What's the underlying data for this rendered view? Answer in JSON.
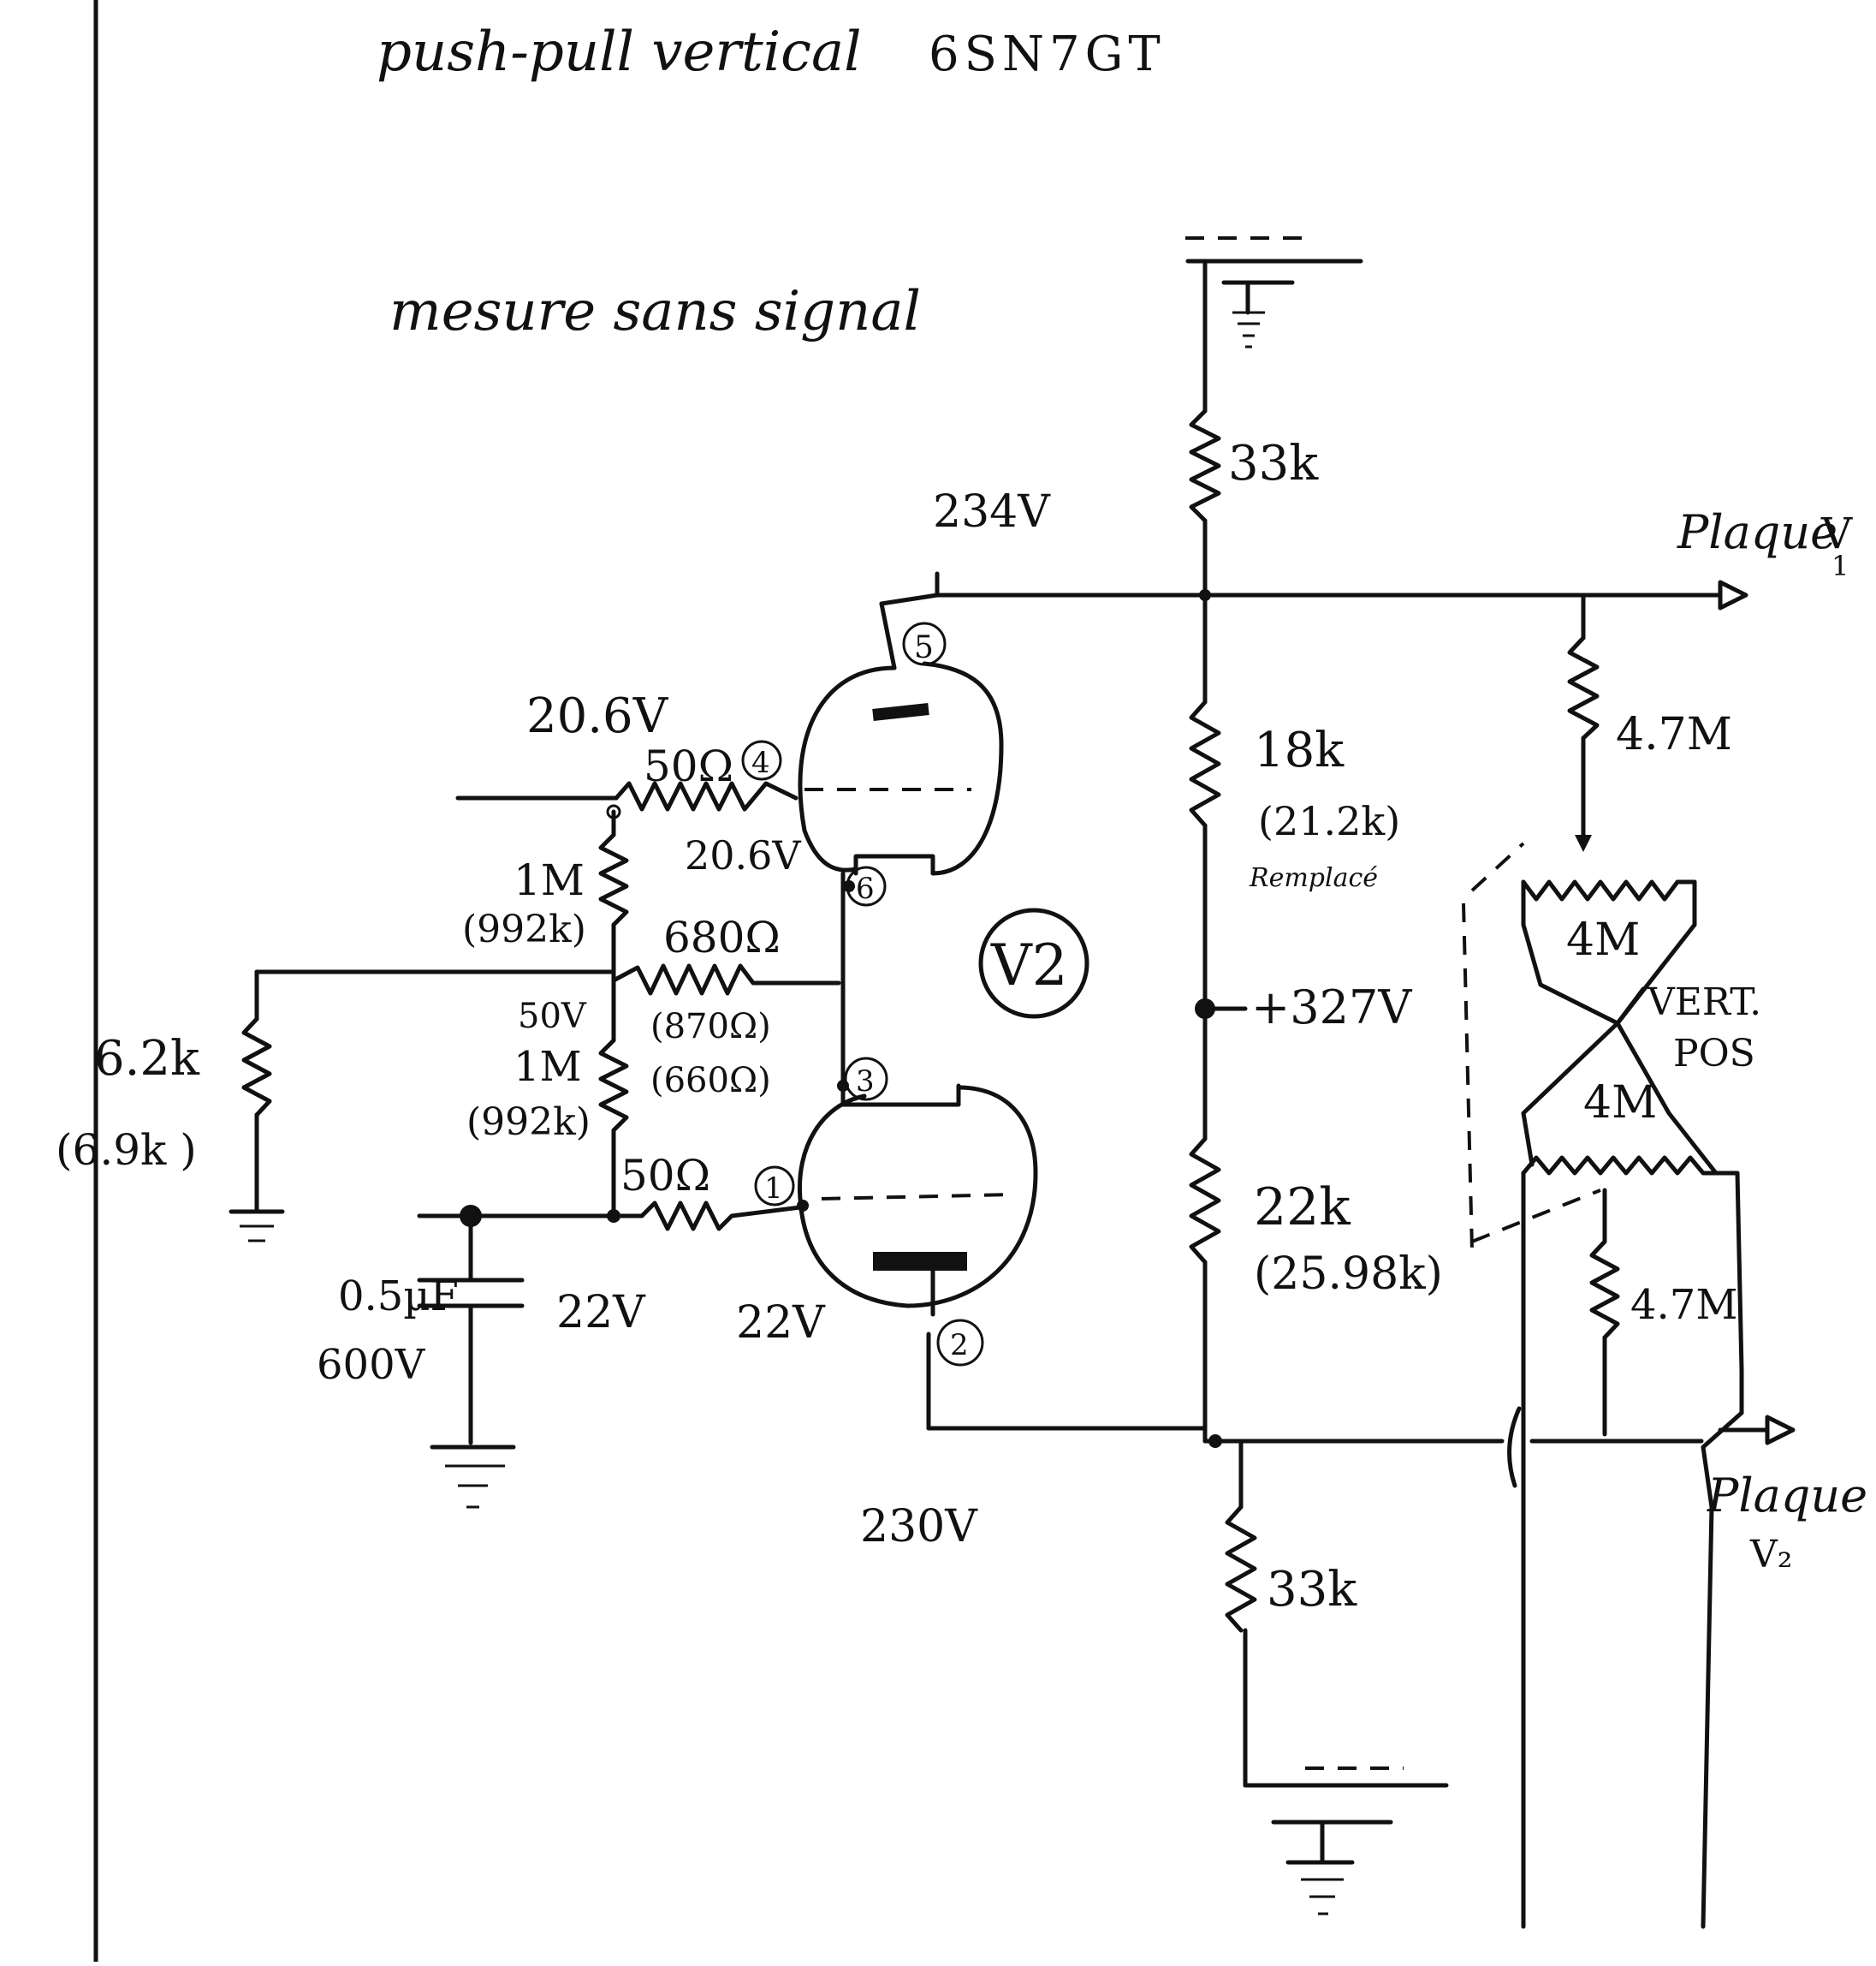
{
  "title": "push-pull vertical",
  "tube_type": "6SN7GT",
  "subtitle": "mesure sans signal",
  "tube_label": "V2",
  "pins": [
    "5",
    "4",
    "6",
    "3",
    "1",
    "2"
  ],
  "voltages": {
    "plate_top": "234V",
    "grid_top": "20.6V",
    "grid_top_after": "20.6V",
    "divider_mid": "50V",
    "grid_bottom_node": "22V",
    "grid_bottom": "22V",
    "plate_bottom": "230V",
    "supply_mid": "+327V"
  },
  "resistors": {
    "r_top_supply": "33k",
    "r_grid_top": "50Ω",
    "r_cathode_link": "680Ω",
    "r_cathode_link_meas": "(870Ω)",
    "r_cathode_link_meas2": "(660Ω)",
    "r_div_top": "1M",
    "r_div_top_meas": "(992k)",
    "r_div_bottom": "1M",
    "r_div_bottom_meas": "(992k)",
    "r_left": "6.2k",
    "r_left_meas": "(6.9k )",
    "r_grid_bottom": "50Ω",
    "r_18k": "18k",
    "r_18k_meas": "(21.2k)",
    "r_18k_note": "Remplacé",
    "r_22k": "22k",
    "r_22k_meas": "(25.98k)",
    "r_bottom_supply": "33k",
    "r_47m_top": "4.7M",
    "r_47m_bottom": "4.7M"
  },
  "pots": {
    "pot_top": "4M",
    "pot_bottom": "4M",
    "pot_label_1": "VERT.",
    "pot_label_2": "POS"
  },
  "capacitor": {
    "value": "0.5µF",
    "voltage": "600V"
  },
  "outputs": {
    "plate_v1_a": "Plaque",
    "plate_v1_b": "V",
    "plate_v1_sub": "1",
    "plate_v2_a": "Plaque",
    "plate_v2_b": "V₂"
  }
}
